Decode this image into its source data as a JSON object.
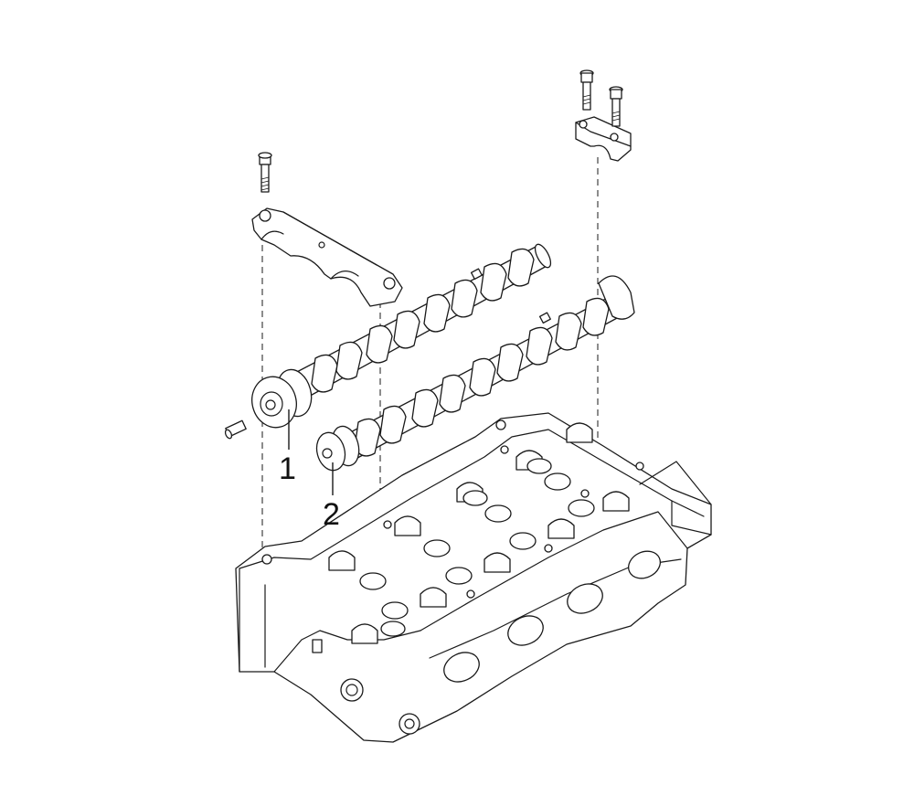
{
  "callouts": [
    {
      "label": "1",
      "part": "intake-camshaft"
    },
    {
      "label": "2",
      "part": "exhaust-camshaft"
    }
  ],
  "colors": {
    "line": "#1a1a1a",
    "background": "#ffffff"
  }
}
